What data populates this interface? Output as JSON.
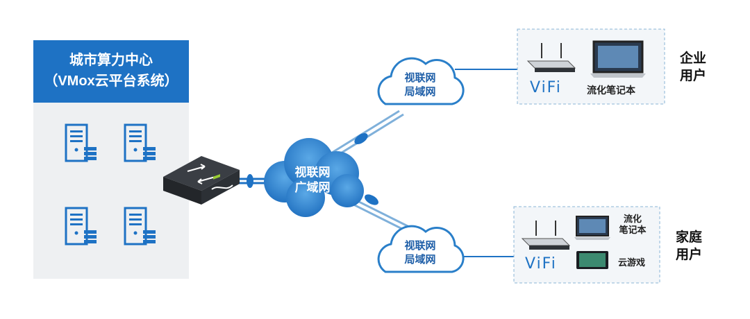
{
  "datacenter": {
    "title_line1": "城市算力中心",
    "title_line2": "（VMox云平台系统）",
    "server_count": 4
  },
  "wan_cloud": {
    "line1": "视联网",
    "line2": "广域网"
  },
  "lan_cloud_top": {
    "line1": "视联网",
    "line2": "局域网"
  },
  "lan_cloud_bottom": {
    "line1": "视联网",
    "line2": "局域网"
  },
  "enterprise": {
    "router_label": "ViFi",
    "laptop_label": "流化笔记本",
    "user_line1": "企业",
    "user_line2": "用户"
  },
  "home": {
    "router_label": "ViFi",
    "laptop_label_line1": "流化",
    "laptop_label_line2": "笔记本",
    "game_label": "云游戏",
    "user_line1": "家庭",
    "user_line2": "用户"
  },
  "colors": {
    "accent": "#1e72c4",
    "cloud": "#2a7fc9",
    "panel": "#eef0f2"
  }
}
